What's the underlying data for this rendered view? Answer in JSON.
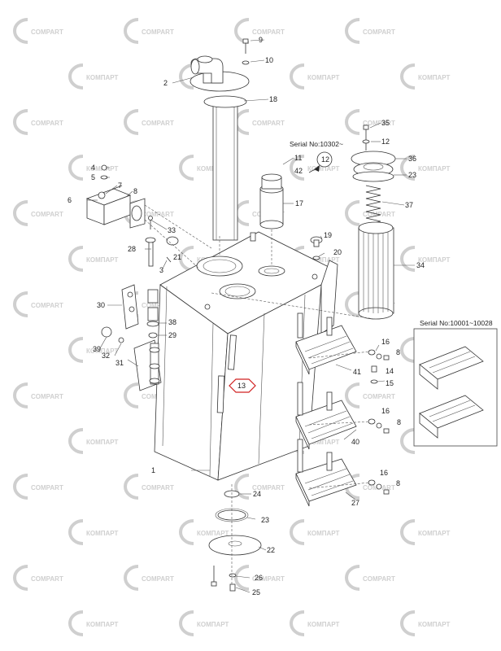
{
  "watermark": {
    "text_latin": "COMPART",
    "text_cyrillic": "КОМПАРТ",
    "color": "#cfcfcf"
  },
  "serials": {
    "upper": "Serial No:10302~",
    "inset": "Serial No:10001~10028"
  },
  "callouts": [
    {
      "id": "c9",
      "text": "9"
    },
    {
      "id": "c10",
      "text": "10"
    },
    {
      "id": "c2",
      "text": "2"
    },
    {
      "id": "c18",
      "text": "18"
    },
    {
      "id": "c35",
      "text": "35"
    },
    {
      "id": "c12a",
      "text": "12"
    },
    {
      "id": "c36",
      "text": "36"
    },
    {
      "id": "c11",
      "text": "11"
    },
    {
      "id": "c42",
      "text": "42"
    },
    {
      "id": "c12b",
      "text": "12"
    },
    {
      "id": "c23a",
      "text": "23"
    },
    {
      "id": "c4",
      "text": "4"
    },
    {
      "id": "c5",
      "text": "5"
    },
    {
      "id": "c7",
      "text": "7"
    },
    {
      "id": "c8a",
      "text": "8"
    },
    {
      "id": "c6",
      "text": "6"
    },
    {
      "id": "c17",
      "text": "17"
    },
    {
      "id": "c37",
      "text": "37"
    },
    {
      "id": "c33",
      "text": "33"
    },
    {
      "id": "c19",
      "text": "19"
    },
    {
      "id": "c28",
      "text": "28"
    },
    {
      "id": "c21",
      "text": "21"
    },
    {
      "id": "c20",
      "text": "20"
    },
    {
      "id": "c3",
      "text": "3"
    },
    {
      "id": "c34",
      "text": "34"
    },
    {
      "id": "c30",
      "text": "30"
    },
    {
      "id": "c38",
      "text": "38"
    },
    {
      "id": "c39",
      "text": "39"
    },
    {
      "id": "c29",
      "text": "29"
    },
    {
      "id": "c32",
      "text": "32"
    },
    {
      "id": "c31",
      "text": "31"
    },
    {
      "id": "c16a",
      "text": "16"
    },
    {
      "id": "c8b",
      "text": "8"
    },
    {
      "id": "c14",
      "text": "14"
    },
    {
      "id": "c41",
      "text": "41"
    },
    {
      "id": "c15",
      "text": "15"
    },
    {
      "id": "c13",
      "text": "13"
    },
    {
      "id": "c16b",
      "text": "16"
    },
    {
      "id": "c8c",
      "text": "8"
    },
    {
      "id": "c40",
      "text": "40"
    },
    {
      "id": "c1",
      "text": "1"
    },
    {
      "id": "c16c",
      "text": "16"
    },
    {
      "id": "c8d",
      "text": "8"
    },
    {
      "id": "c24",
      "text": "24"
    },
    {
      "id": "c27",
      "text": "27"
    },
    {
      "id": "c23b",
      "text": "23"
    },
    {
      "id": "c22",
      "text": "22"
    },
    {
      "id": "c26",
      "text": "26"
    },
    {
      "id": "c25",
      "text": "25"
    }
  ],
  "highlight": {
    "text": "13",
    "color": "#d02020"
  }
}
